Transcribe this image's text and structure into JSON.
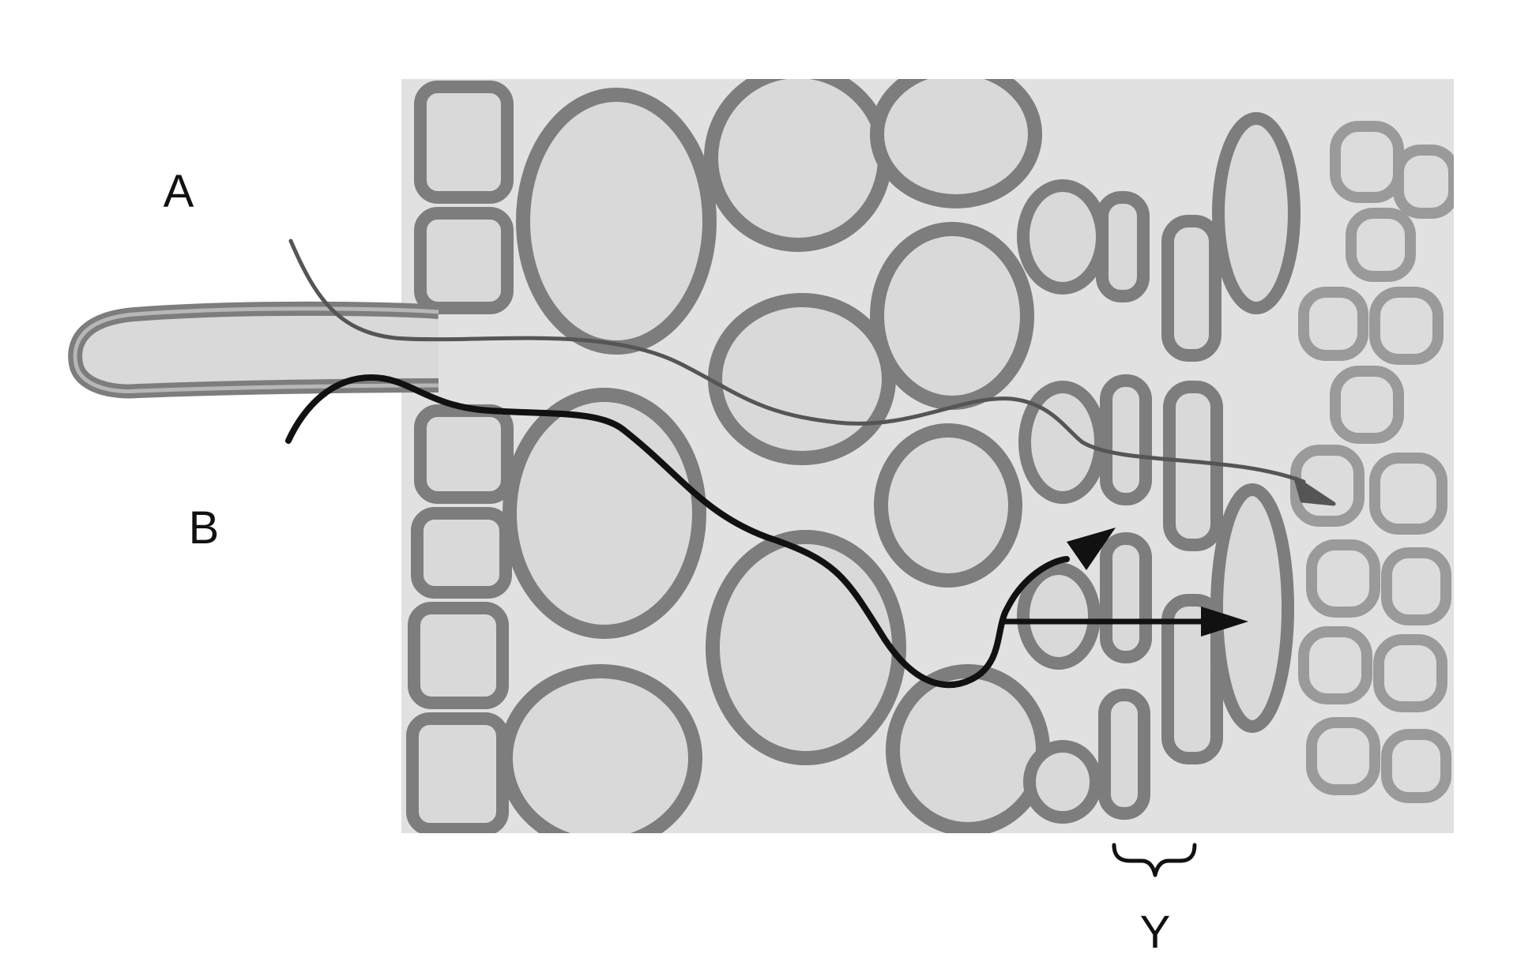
{
  "labels": {
    "path_a": "A",
    "path_b": "B",
    "region_y": "Y"
  },
  "colors": {
    "background": "#ffffff",
    "tissue": "#e1e1e1",
    "cell_fill": "#d9d9d9",
    "cell_wall": "#7d7d7d",
    "cell_wall_inner": "#b7b7b7",
    "path_a": "#555555",
    "path_b": "#111111",
    "label": "#111111"
  },
  "icons": {
    "path_a_end": "arrowhead-icon",
    "path_b_end": "arrowhead-icon",
    "region_y": "curly-brace-icon"
  }
}
